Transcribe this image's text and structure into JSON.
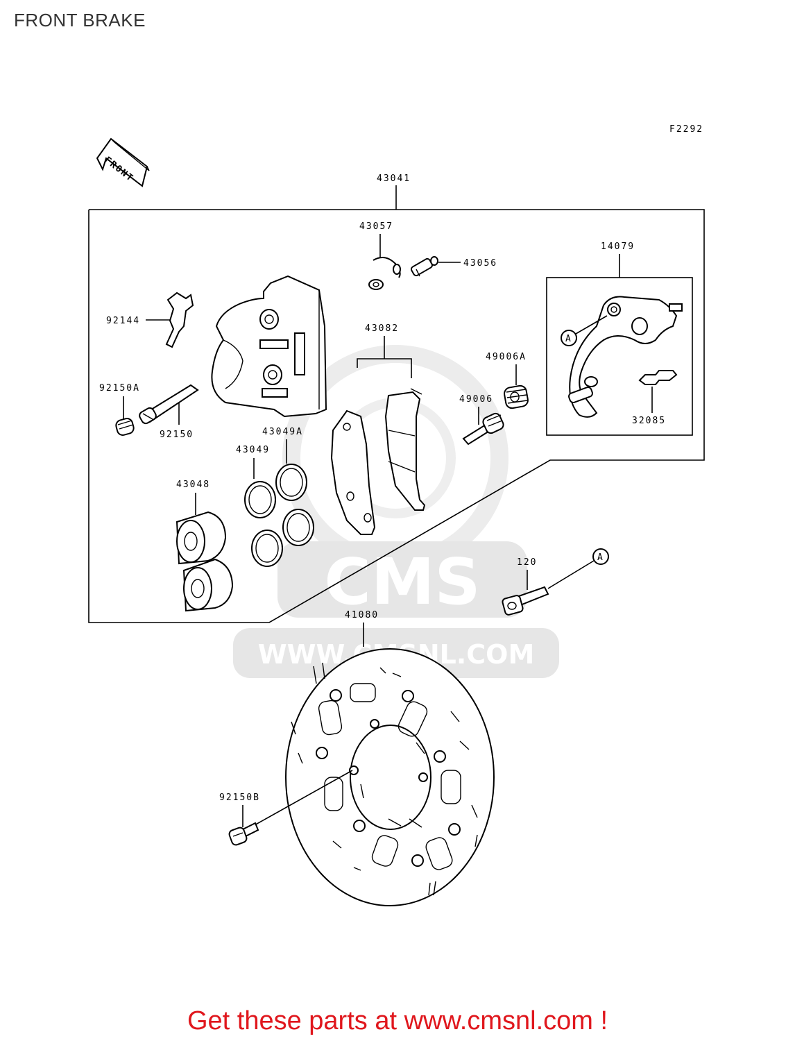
{
  "title": "FRONT BRAKE",
  "figure_code": "F2292",
  "front_arrow_label": "FRONT",
  "watermark": {
    "brand": "CMS",
    "url": "WWW.CMSNL.COM"
  },
  "parts": {
    "p43041": "43041",
    "p43057": "43057",
    "p43056": "43056",
    "p14079": "14079",
    "p92144": "92144",
    "p43082": "43082",
    "p49006A": "49006A",
    "p49006": "49006",
    "p92150A": "92150A",
    "p92150": "92150",
    "p43049A": "43049A",
    "p43049": "43049",
    "p43048": "43048",
    "p32085": "32085",
    "p120": "120",
    "p41080": "41080",
    "p92150B": "92150B"
  },
  "ref_marker": "A",
  "footer": "Get these parts at www.cmsnl.com !"
}
